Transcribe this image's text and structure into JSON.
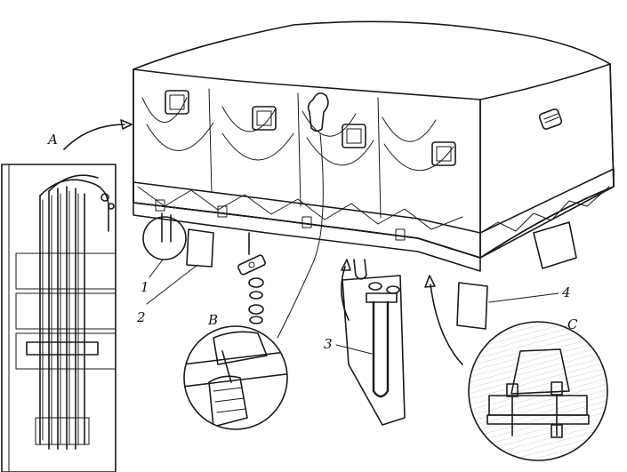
{
  "callouts": {
    "A": "A",
    "B": "B",
    "C": "C",
    "n1": "1",
    "n2": "2",
    "n3": "3",
    "n4": "4"
  }
}
